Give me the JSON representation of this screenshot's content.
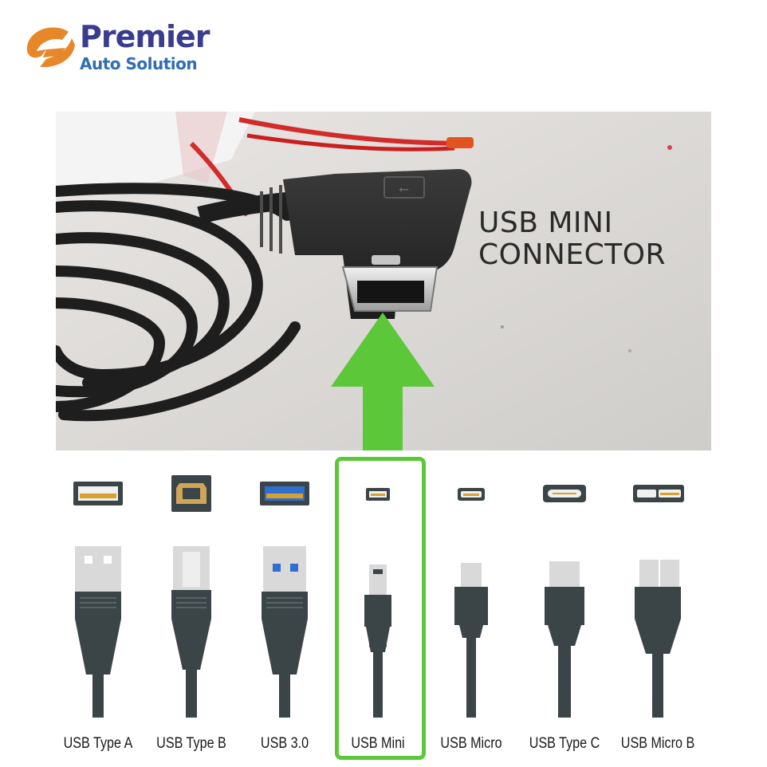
{
  "brand": {
    "name": "Premier",
    "tagline": "Auto Solution",
    "name_color": "#3a3d8f",
    "tagline_color": "#2f6db4",
    "mark_color": "#e6882a"
  },
  "photo": {
    "label_line1": "USB MINI",
    "label_line2": "CONNECTOR",
    "arrow_color": "#5cc738"
  },
  "connector_types": [
    {
      "label": "USB Type A",
      "icon": "usb-type-a-icon"
    },
    {
      "label": "USB Type B",
      "icon": "usb-type-b-icon"
    },
    {
      "label": "USB 3.0",
      "icon": "usb-3-icon"
    },
    {
      "label": "USB Mini",
      "icon": "usb-mini-icon",
      "highlighted": true
    },
    {
      "label": "USB Micro",
      "icon": "usb-micro-icon"
    },
    {
      "label": "USB Type C",
      "icon": "usb-type-c-icon"
    },
    {
      "label": "USB Micro B",
      "icon": "usb-micro-b-icon"
    }
  ],
  "colors": {
    "cable": "#3b4447",
    "highlight": "#5cc738",
    "usb3_blue": "#2f6fd0"
  }
}
